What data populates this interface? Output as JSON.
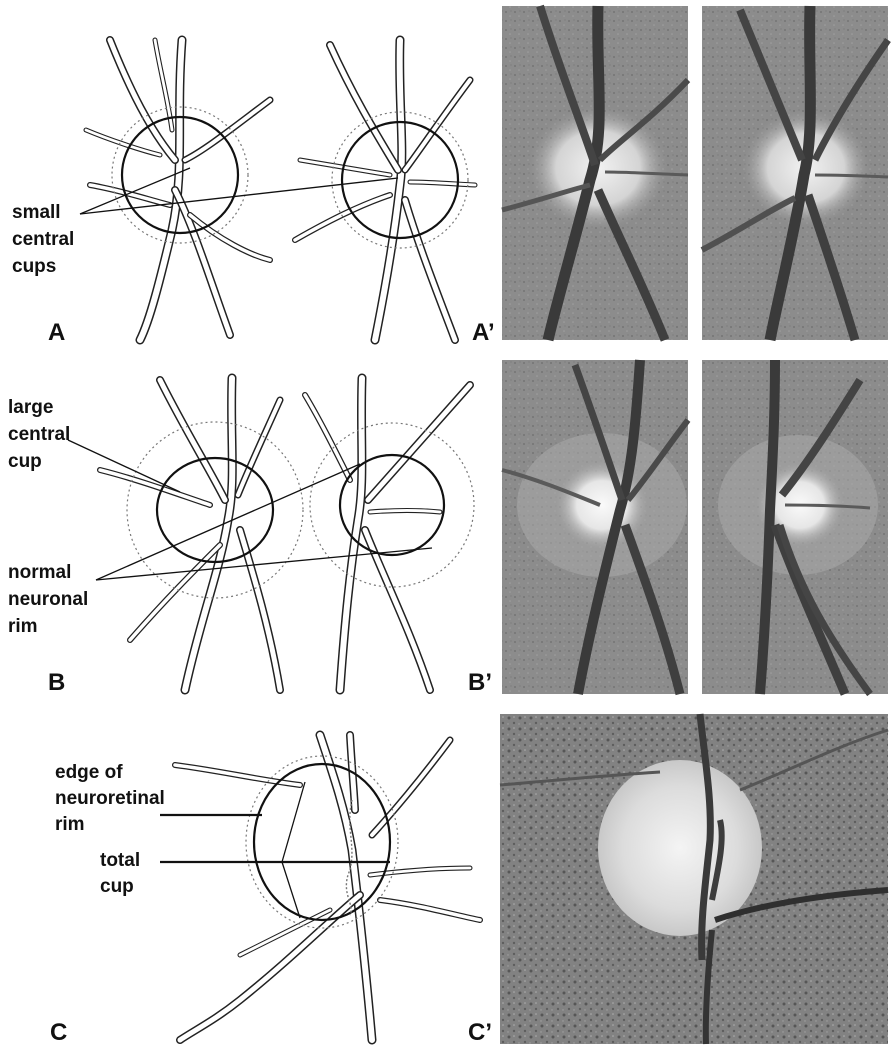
{
  "labels": {
    "small_central_cups": [
      "small",
      "central",
      "cups"
    ],
    "large_central_cup": [
      "large",
      "central",
      "cup"
    ],
    "normal_neuronal_rim": [
      "normal",
      "neuronal",
      "rim"
    ],
    "edge_of_neuroretinal_rim": [
      "edge of",
      "neuroretinal",
      "rim"
    ],
    "total_cup": [
      "total",
      "cup"
    ]
  },
  "panel_letters": {
    "A": "A",
    "A_prime": "A’",
    "B": "B",
    "B_prime": "B’",
    "C": "C",
    "C_prime": "C’"
  },
  "colors": {
    "ink": "#111111",
    "photo_background": "#8f8f8f",
    "vessel_dark": "#3a3a3a",
    "disc_bright": "#eeeeee"
  }
}
